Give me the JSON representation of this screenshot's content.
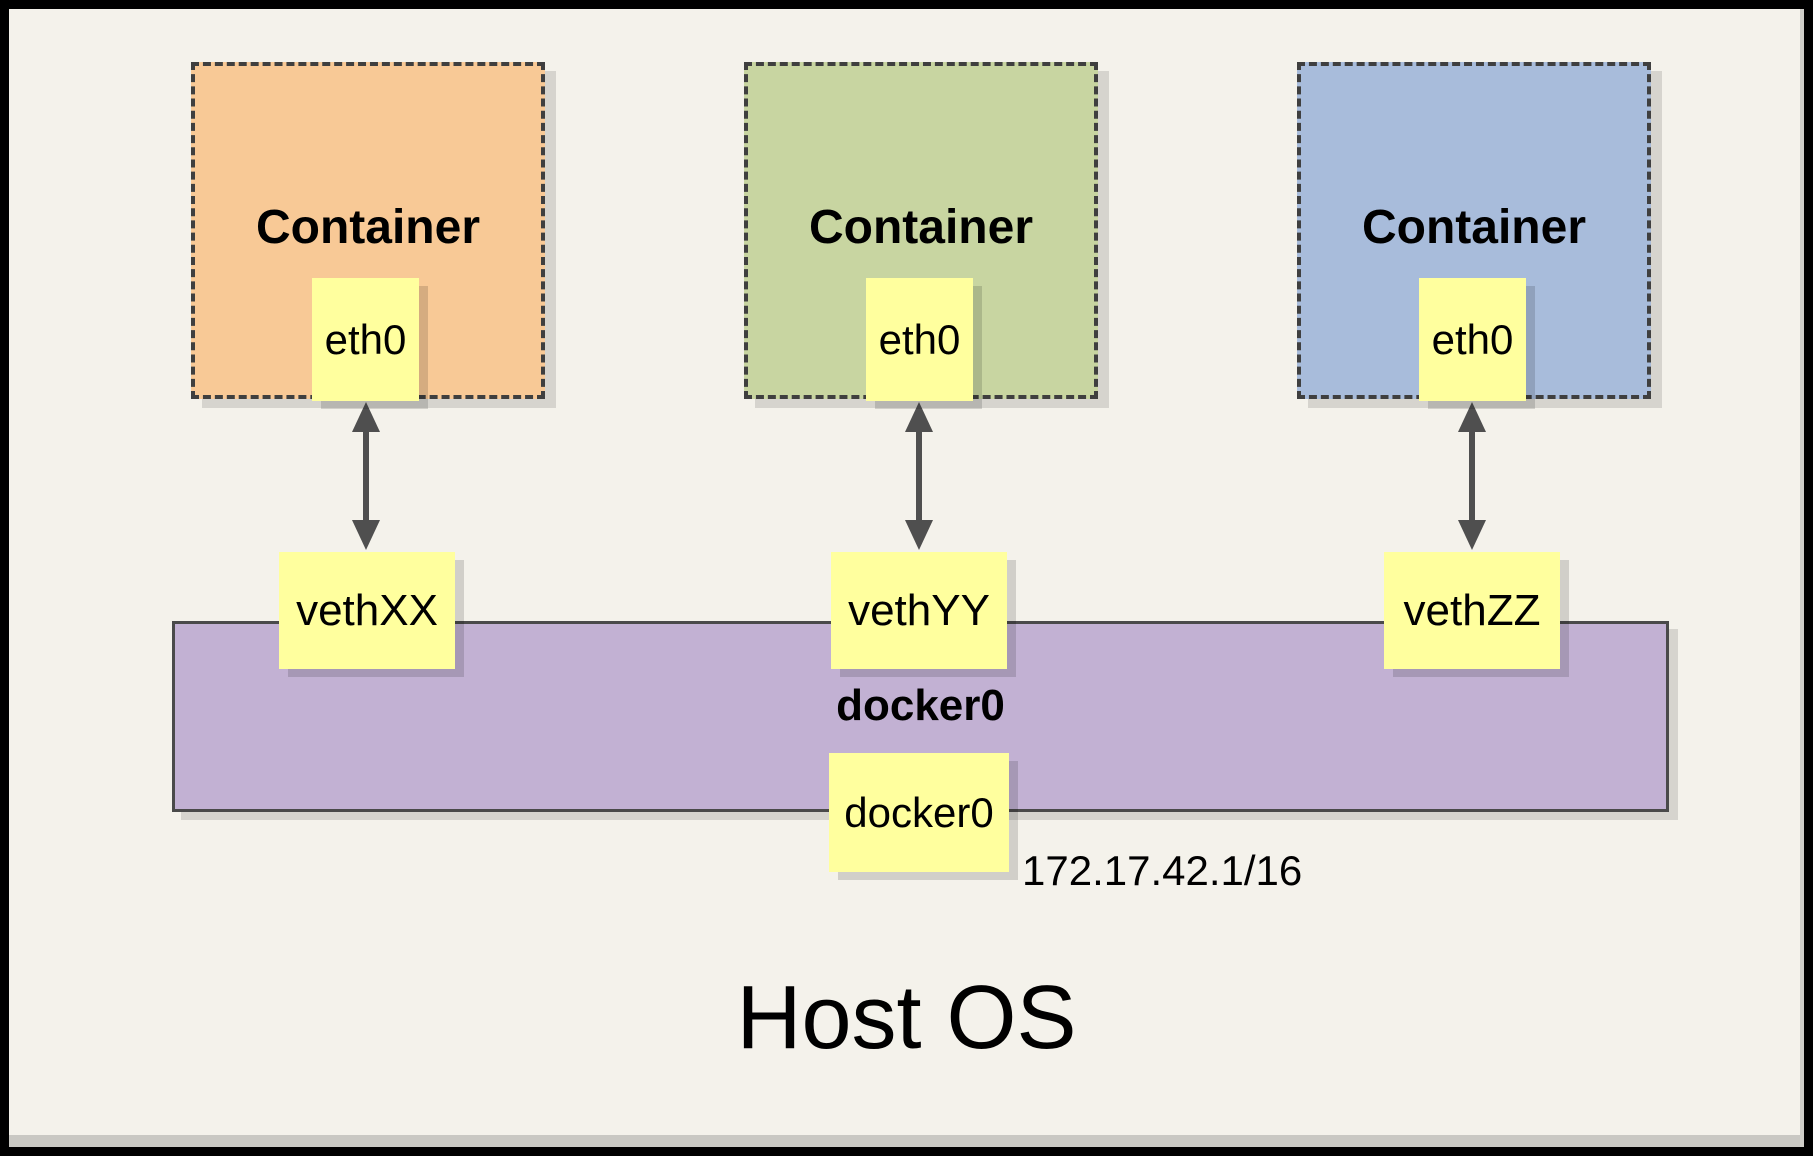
{
  "host": {
    "title": "Host OS"
  },
  "bridge": {
    "label": "docker0",
    "interface_box_label": "docker0",
    "ip": "172.17.42.1/16",
    "fill": "#C2B1D3"
  },
  "containers": [
    {
      "label": "Container",
      "interface": "eth0",
      "veth": "vethXX",
      "fill": "#F8C996"
    },
    {
      "label": "Container",
      "interface": "eth0",
      "veth": "vethYY",
      "fill": "#C8D5A1"
    },
    {
      "label": "Container",
      "interface": "eth0",
      "veth": "vethZZ",
      "fill": "#A8BCDB"
    }
  ],
  "connections": [
    {
      "from": "eth0",
      "to": "vethXX",
      "type": "double-arrow"
    },
    {
      "from": "eth0",
      "to": "vethYY",
      "type": "double-arrow"
    },
    {
      "from": "eth0",
      "to": "vethZZ",
      "type": "double-arrow"
    }
  ],
  "colors": {
    "note_yellow": "#FFFF9E",
    "background": "#F4F2EB",
    "frame": "#000000",
    "dashed_border": "#3F3F3F",
    "arrow": "#4F4F4F"
  }
}
